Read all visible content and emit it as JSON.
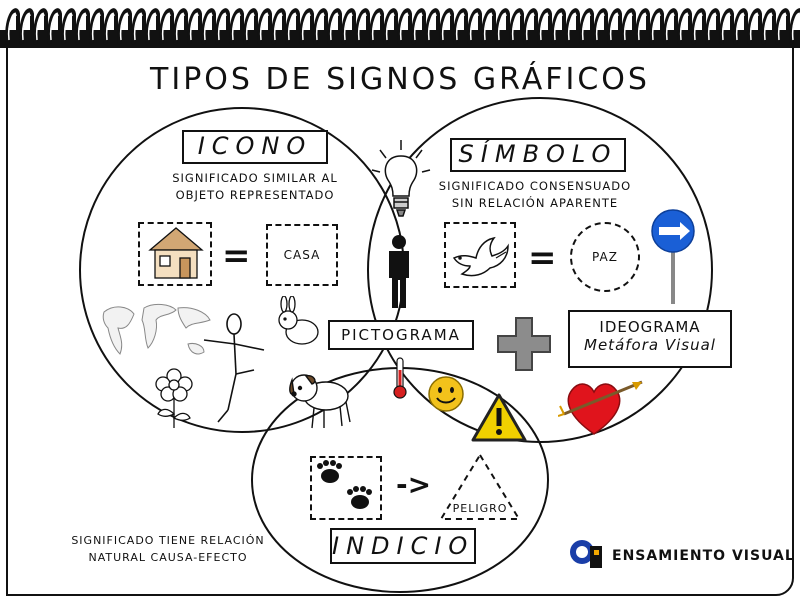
{
  "title": "TIPOS DE SIGNOS GRÁFICOS",
  "icono": {
    "label": "ICONO",
    "description_line1": "SIGNIFICADO SIMILAR AL",
    "description_line2": "OBJETO REPRESENTADO",
    "equation_word": "CASA"
  },
  "simbolo": {
    "label": "SÍMBOLO",
    "description_line1": "SIGNIFICADO CONSENSUADO",
    "description_line2": "SIN RELACIÓN APARENTE",
    "equation_word": "PAZ"
  },
  "pictograma": {
    "label": "PICTOGRAMA"
  },
  "ideograma": {
    "line1": "IDEOGRAMA",
    "line2": "Metáfora Visual"
  },
  "indicio": {
    "label": "INDICIO",
    "description_line1": "SIGNIFICADO TIENE RELACIÓN",
    "description_line2": "NATURAL CAUSA-EFECTO",
    "arrow_text": "->",
    "result_word": "PELIGRO"
  },
  "equals_sign": "=",
  "brand": "ENSAMIENTO VISUAL",
  "colors": {
    "ink": "#111111",
    "red": "#d62020",
    "sign_blue": "#1a5fd6",
    "smiley": "#f2c21b",
    "warning": "#f0d000"
  }
}
